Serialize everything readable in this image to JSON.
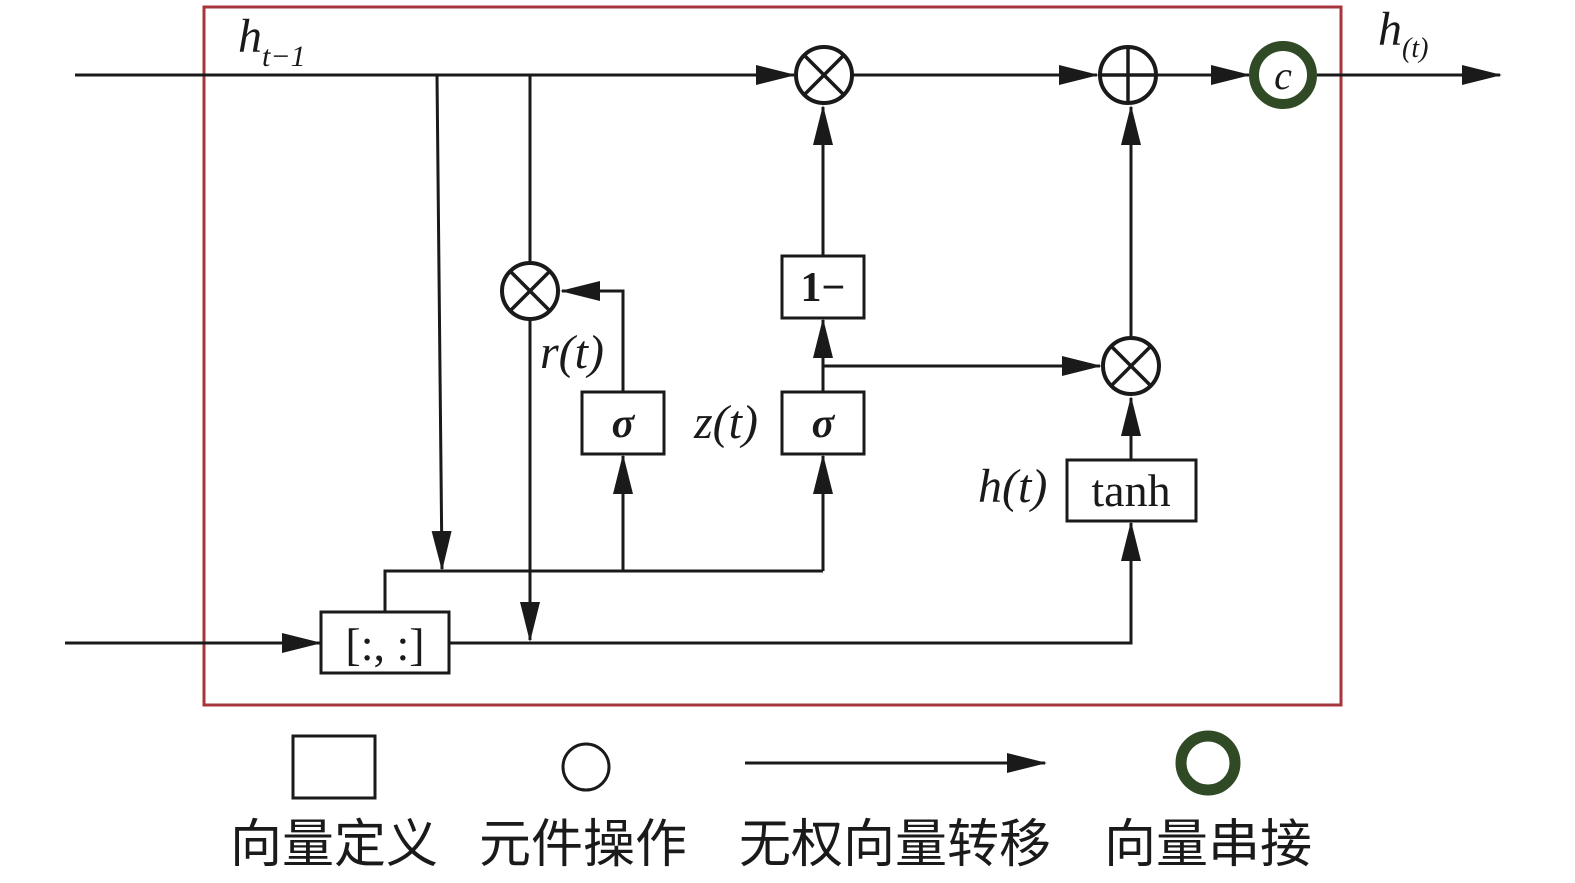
{
  "colors": {
    "frame": "#a6363b",
    "concat_ring": "#2f4a24",
    "line": "#1a1a1a"
  },
  "labels": {
    "h_prev_base": "h",
    "h_prev_sub": "t−1",
    "h_out_base": "h",
    "h_out_sub": "(t)",
    "concat_op": "[:, :]",
    "sigma": "σ",
    "one_minus": "1−",
    "tanh": "tanh",
    "r_t": "r(t)",
    "z_t": "z(t)",
    "h_t": "h(t)",
    "concat_symbol": "c"
  },
  "legend": [
    {
      "shape": "rectangle",
      "text": "向量定义"
    },
    {
      "shape": "circle",
      "text": "元件操作"
    },
    {
      "shape": "arrow",
      "text": "无权向量转移"
    },
    {
      "shape": "green-circle",
      "text": "向量串接"
    }
  ],
  "icons": {
    "multiply": "circle-times-icon",
    "add": "circle-plus-icon",
    "concat": "concat-ring-icon"
  }
}
